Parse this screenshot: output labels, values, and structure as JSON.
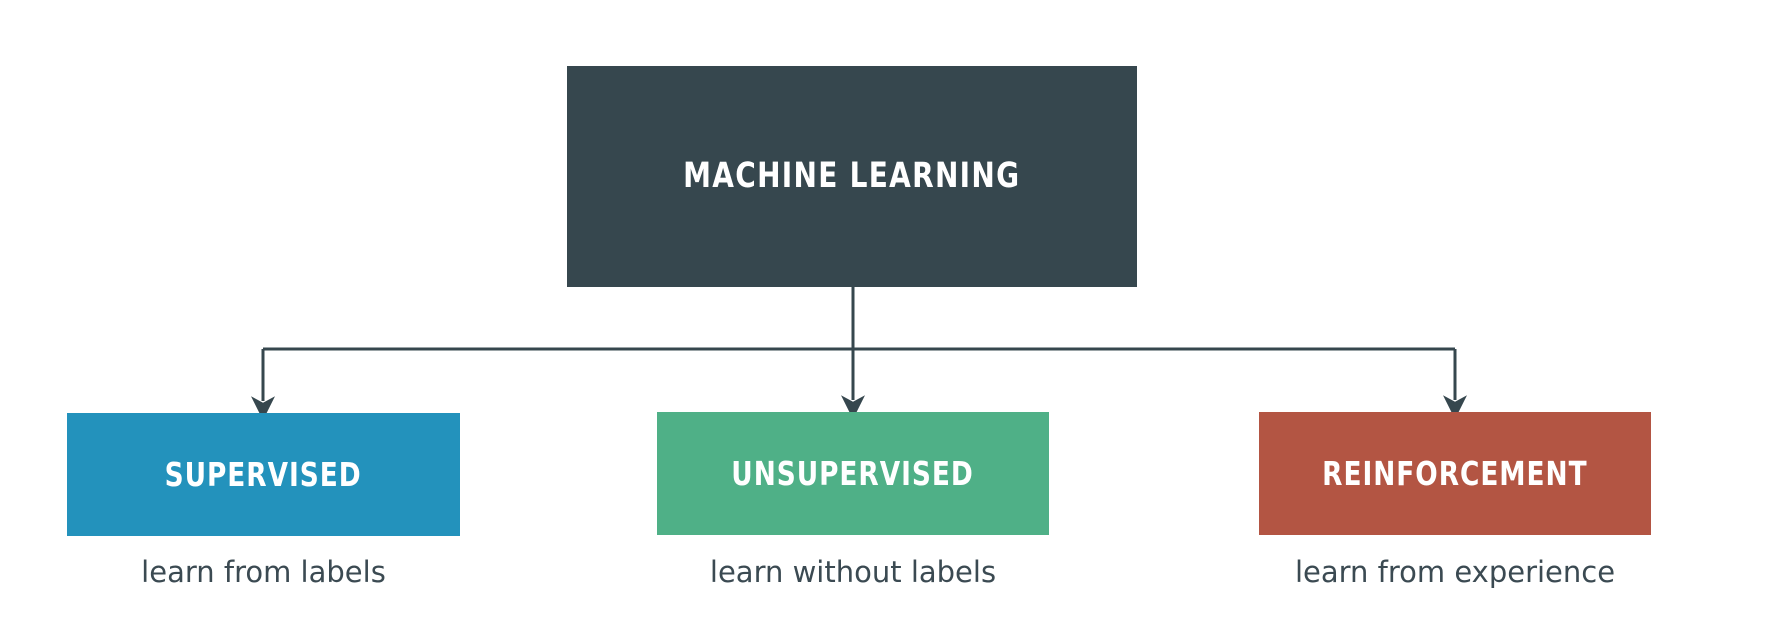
{
  "diagram": {
    "title_node": {
      "label": "MACHINE LEARNING",
      "color": "#36474e"
    },
    "branches": [
      {
        "id": "supervised",
        "label": "SUPERVISED",
        "caption": "learn from labels",
        "color": "#2392bc"
      },
      {
        "id": "unsupervised",
        "label": "UNSUPERVISED",
        "caption": "learn without labels",
        "color": "#4fb087"
      },
      {
        "id": "reinforcement",
        "label": "REINFORCEMENT",
        "caption": "learn from experience",
        "color": "#b35543"
      }
    ],
    "connector": {
      "line_color": "#36474e",
      "style": "elbow-with-arrowheads"
    },
    "background_color": "#ffffff"
  }
}
